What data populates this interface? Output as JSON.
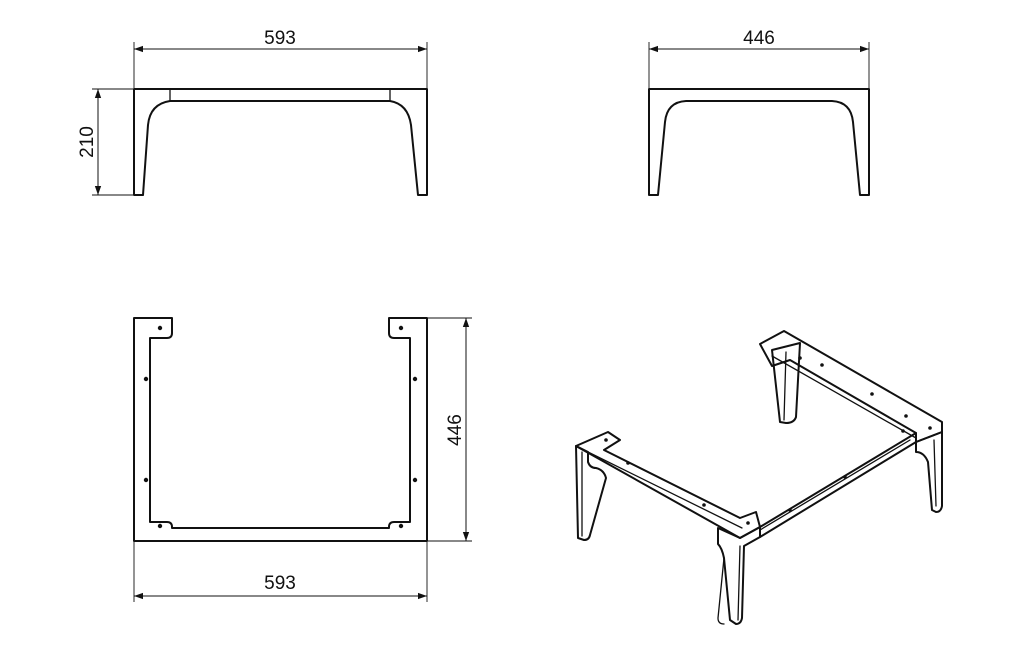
{
  "drawing": {
    "front_view": {
      "width_label": "593",
      "height_label": "210"
    },
    "side_view": {
      "depth_label": "446"
    },
    "top_view": {
      "width_label": "593",
      "depth_label": "446"
    },
    "iso_view": {}
  },
  "colors": {
    "line": "#111111",
    "background": "#ffffff"
  }
}
